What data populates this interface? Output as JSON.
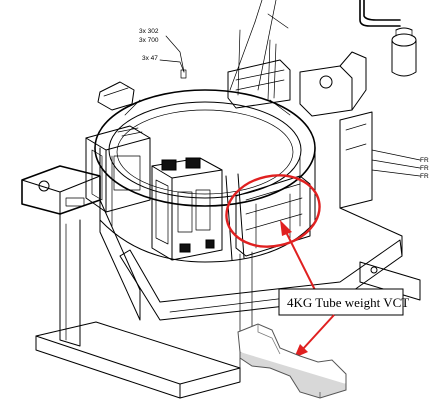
{
  "part_labels": {
    "line1": "3x  302",
    "line2": "3x  700",
    "line3": "3x  47"
  },
  "side_labels": [
    "FR",
    "FR",
    "FR"
  ],
  "callout": {
    "text": "4KG Tube weight VCT",
    "highlight_color": "#e02020",
    "arrow_color": "#e02020"
  }
}
